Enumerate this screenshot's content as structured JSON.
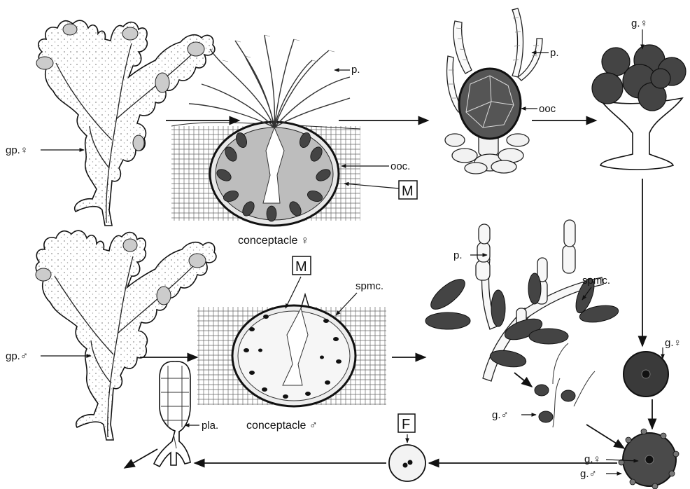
{
  "labels": {
    "gp_female": "gp.♀",
    "gp_male": "gp.♂",
    "p_top_conceptacle": "p.",
    "p_oogonium": "p.",
    "p_antheridia": "p.",
    "ooc_conceptacle": "ooc.",
    "ooc_oogonium": "ooc",
    "M_top": "M",
    "M_bottom": "M",
    "conceptacle_female": "conceptacle ♀",
    "conceptacle_male": "conceptacle ♂",
    "spmc_conceptacle": "spmc.",
    "spmc_antheridia": "spmc.",
    "g_female_top": "g.♀",
    "g_female_right": "g.♀",
    "g_female_fusion": "g.♀",
    "g_male_sperm": "g.♂",
    "g_male_fusion": "g.♂",
    "F": "F",
    "pla": "pla."
  },
  "icons": [
    "thallus-female",
    "thallus-male",
    "conceptacle-female",
    "conceptacle-male",
    "oogonium",
    "released-eggs",
    "antheridia",
    "sperm",
    "single-egg",
    "fertilization",
    "zygote",
    "germling"
  ]
}
